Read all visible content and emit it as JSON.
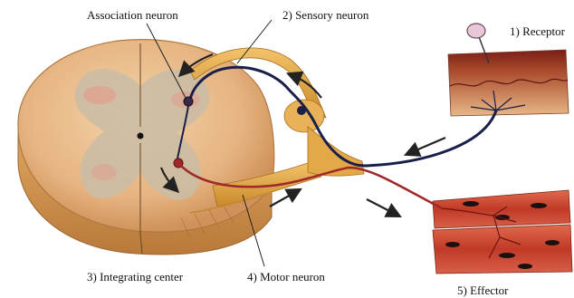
{
  "labels": {
    "association_neuron": "Association neuron",
    "sensory_neuron": "2) Sensory neuron",
    "receptor": "1) Receptor",
    "integrating_center": "3) Integrating center",
    "motor_neuron": "4) Motor neuron",
    "effector": "5) Effector"
  },
  "colors": {
    "cord_tissue": "#e8c090",
    "white_matter": "#f0c8a0",
    "gray_matter": "#c8b8a0",
    "cord_section_side": "#d89a58",
    "nerve_root": "#e0a040",
    "sensory_axon": "#1a1f4a",
    "motor_axon": "#a02828",
    "skin_dermis": "#a8482a",
    "muscle": "#c0442c",
    "arrow": "#222222"
  }
}
